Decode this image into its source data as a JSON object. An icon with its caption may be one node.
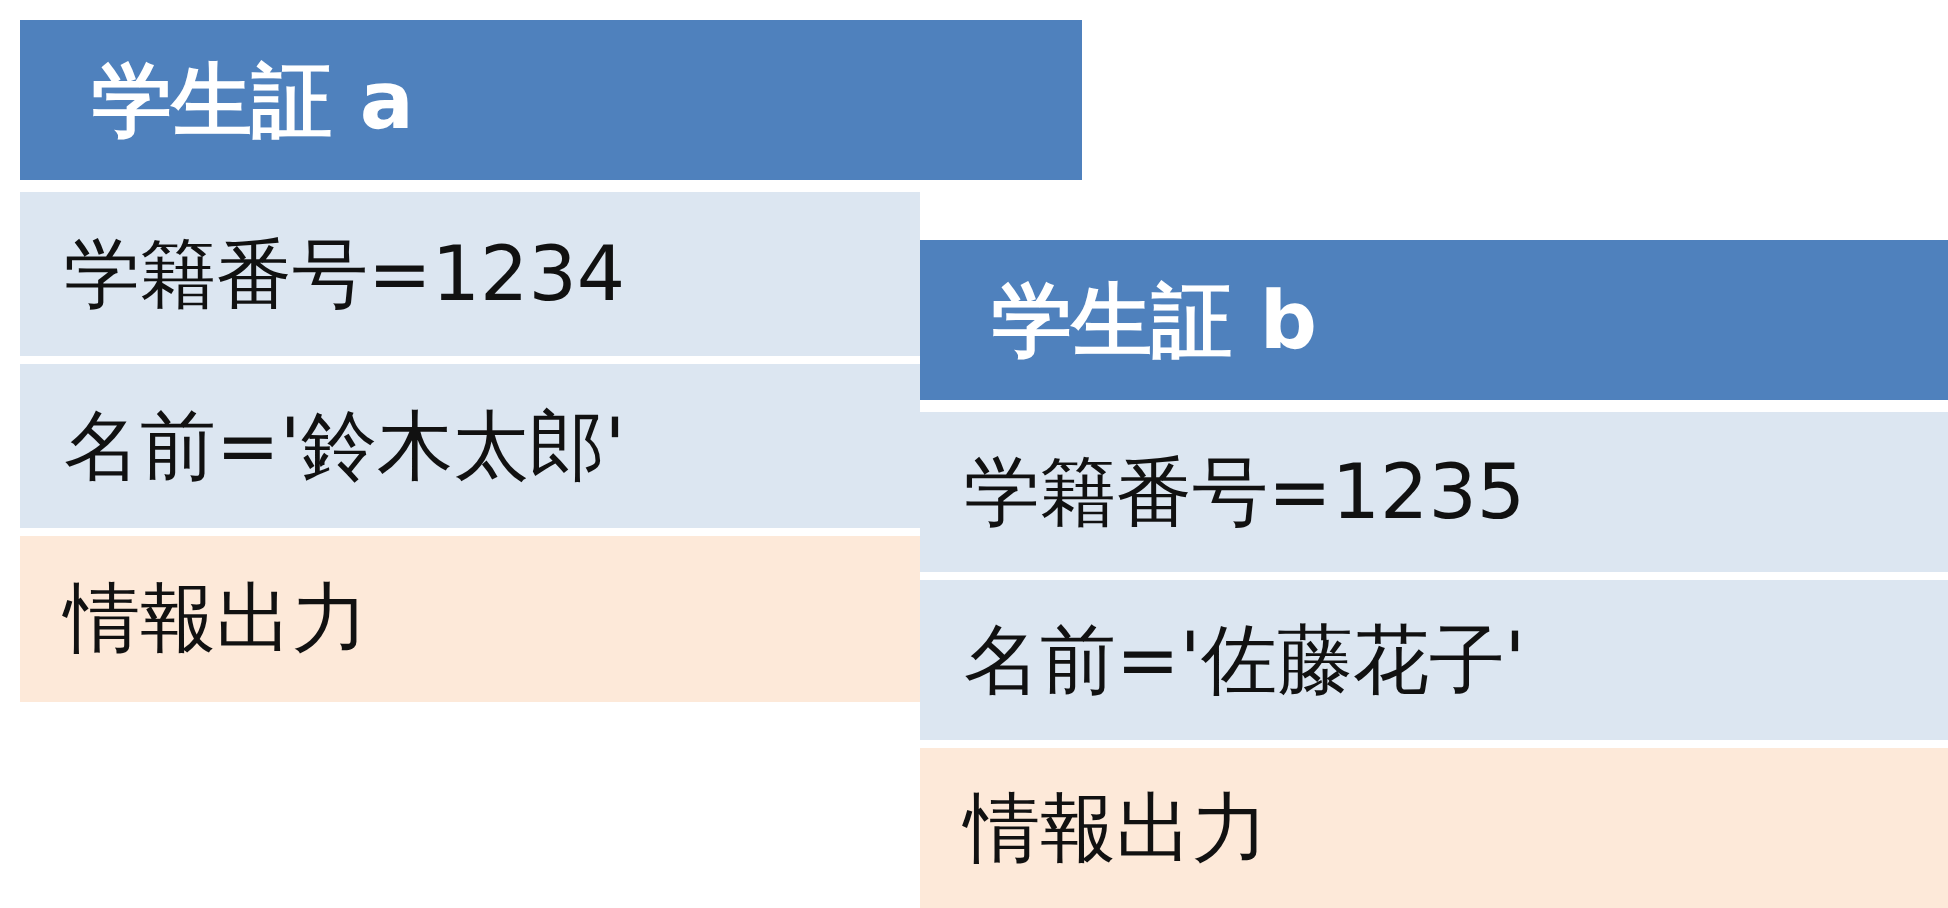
{
  "diagram": {
    "nodes": [
      {
        "text": [
          "学生証 a"
        ]
      },
      {
        "text": [
          "学籍番号=1234"
        ]
      },
      {
        "text": [
          "名前='鈴木太郎'"
        ]
      },
      {
        "text": [
          "情報出力"
        ]
      },
      {
        "text": [
          "学生証 b"
        ]
      },
      {
        "text": [
          "学籍番号=1235"
        ]
      },
      {
        "text": [
          "名前='佐藤花子'"
        ]
      },
      {
        "text": [
          "情報出力"
        ]
      }
    ]
  }
}
